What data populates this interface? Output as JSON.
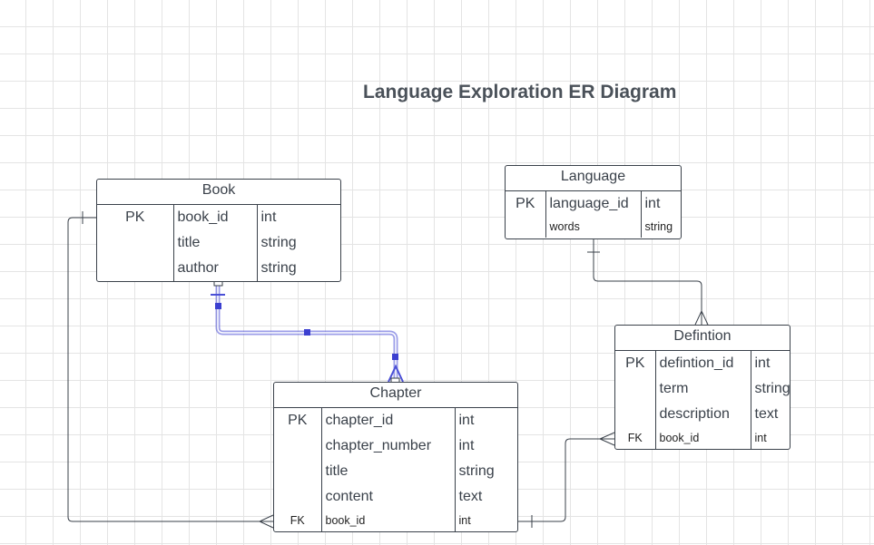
{
  "title": "Language Exploration ER Diagram",
  "entities": {
    "book": {
      "name": "Book",
      "rows": [
        {
          "key": "PK",
          "field": "book_id",
          "type": "int"
        },
        {
          "key": "",
          "field": "title",
          "type": "string"
        },
        {
          "key": "",
          "field": "author",
          "type": "string"
        }
      ]
    },
    "language": {
      "name": "Language",
      "rows": [
        {
          "key": "PK",
          "field": "language_id",
          "type": "int"
        },
        {
          "key": "",
          "field": "words",
          "type": "string"
        }
      ]
    },
    "definition": {
      "name": "Defintion",
      "rows": [
        {
          "key": "PK",
          "field": "defintion_id",
          "type": "int"
        },
        {
          "key": "",
          "field": "term",
          "type": "string"
        },
        {
          "key": "",
          "field": "description",
          "type": "text"
        },
        {
          "key": "FK",
          "field": "book_id",
          "type": "int"
        }
      ]
    },
    "chapter": {
      "name": "Chapter",
      "rows": [
        {
          "key": "PK",
          "field": "chapter_id",
          "type": "int"
        },
        {
          "key": "",
          "field": "chapter_number",
          "type": "int"
        },
        {
          "key": "",
          "field": "title",
          "type": "string"
        },
        {
          "key": "",
          "field": "content",
          "type": "text"
        },
        {
          "key": "FK",
          "field": "book_id",
          "type": "int"
        }
      ]
    }
  },
  "relationships": [
    {
      "from": "Book",
      "to": "Chapter",
      "from_cardinality": "one",
      "to_cardinality": "many",
      "selected": true
    },
    {
      "from": "Book",
      "to": "Chapter",
      "from_cardinality": "one",
      "to_cardinality": "many",
      "selected": false
    },
    {
      "from": "Language",
      "to": "Defintion",
      "from_cardinality": "one",
      "to_cardinality": "many",
      "selected": false
    },
    {
      "from": "Chapter",
      "to": "Defintion",
      "from_cardinality": "one",
      "to_cardinality": "many",
      "selected": false
    }
  ],
  "colors": {
    "line": "#3a414a",
    "selection": "#4a4fd6",
    "grid": "#e4e4e4"
  }
}
